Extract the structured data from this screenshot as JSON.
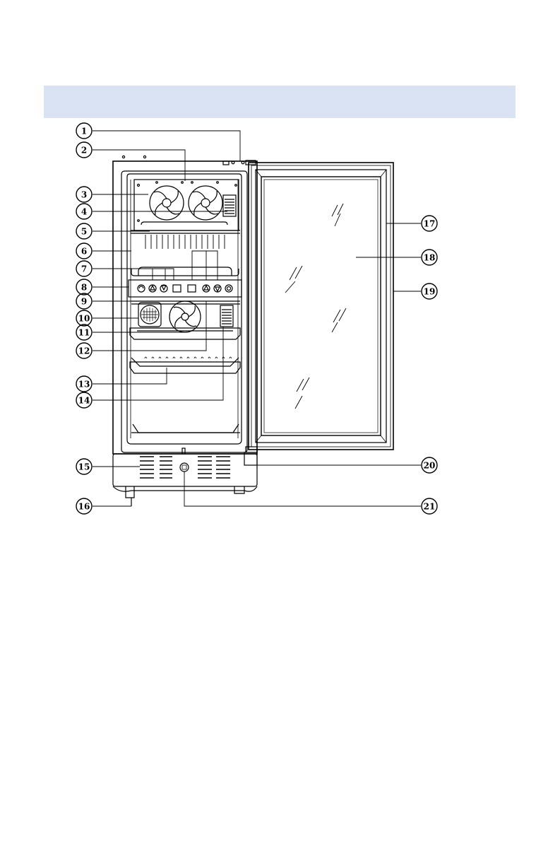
{
  "header": {
    "text": ""
  },
  "diagram": {
    "subject": "beverage-cooler-front-view",
    "callouts": [
      {
        "id": "1",
        "num": "1"
      },
      {
        "id": "2",
        "num": "2"
      },
      {
        "id": "3",
        "num": "3"
      },
      {
        "id": "4",
        "num": "4"
      },
      {
        "id": "5",
        "num": "5"
      },
      {
        "id": "6",
        "num": "6"
      },
      {
        "id": "7",
        "num": "7"
      },
      {
        "id": "8",
        "num": "8"
      },
      {
        "id": "9",
        "num": "9"
      },
      {
        "id": "10",
        "num": "10"
      },
      {
        "id": "11",
        "num": "11"
      },
      {
        "id": "12",
        "num": "12"
      },
      {
        "id": "13",
        "num": "13"
      },
      {
        "id": "14",
        "num": "14"
      },
      {
        "id": "15",
        "num": "15"
      },
      {
        "id": "16",
        "num": "16"
      },
      {
        "id": "17",
        "num": "17"
      },
      {
        "id": "18",
        "num": "18"
      },
      {
        "id": "19",
        "num": "19"
      },
      {
        "id": "20",
        "num": "20"
      },
      {
        "id": "21",
        "num": "21"
      }
    ]
  }
}
